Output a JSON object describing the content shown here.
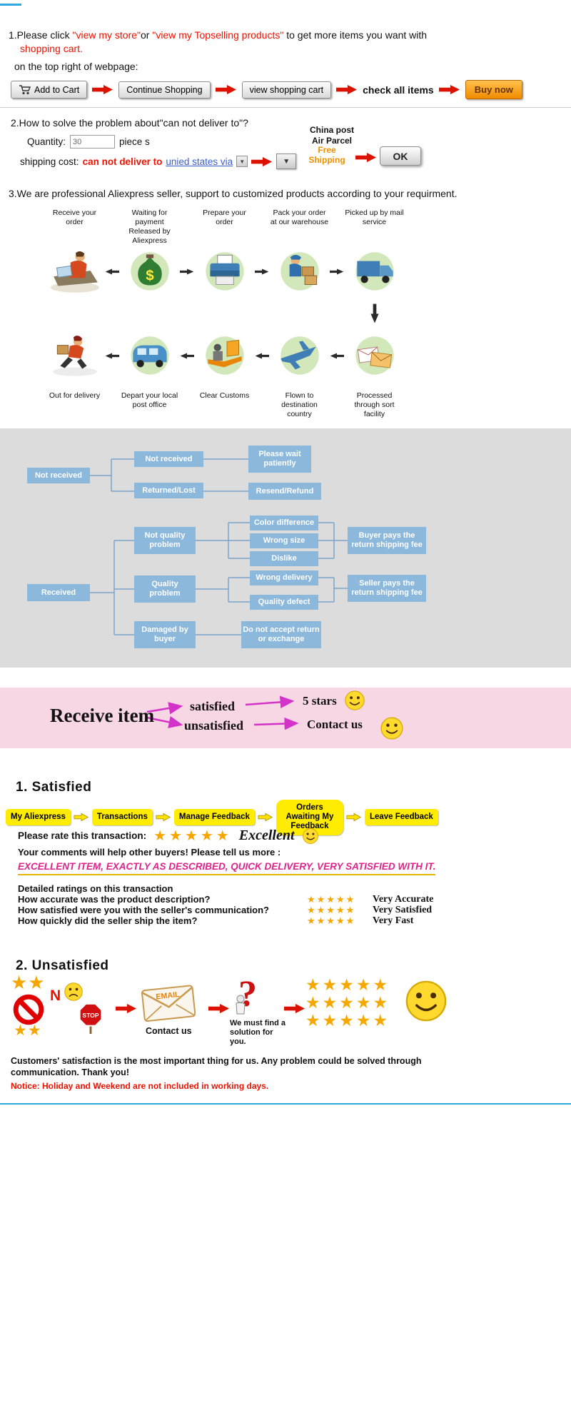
{
  "section1": {
    "l1a": "1.Please click ",
    "l1b": "\"view my store\"",
    "l1c": "or ",
    "l1d": "\"view my Topselling products\"",
    "l1e": " to get more items you want with",
    "l2": "shopping cart.",
    "l3": "on the top right of webpage:",
    "buttons": {
      "add_to_cart": "Add to Cart",
      "continue_shopping": "Continue Shopping",
      "view_cart": "view shopping cart",
      "check_all": "check all items",
      "buy_now": "Buy now"
    }
  },
  "section2": {
    "heading": "2.How to solve the problem about\"can not deliver to\"?",
    "quantity_label": "Quantity:",
    "quantity_value": "30",
    "quantity_suffix": "piece s",
    "shipping_label": "shipping cost:",
    "shipping_problem": "can not deliver to",
    "shipping_link": "unied states via",
    "china_post": "China post",
    "air_parcel": "Air Parcel",
    "free_line1": "Free",
    "free_line2": "Shipping",
    "ok_button": "OK",
    "dropdown_glyph": "▼"
  },
  "section3": {
    "text": "3.We are professional Aliexpress seller, support to customized products according to your requirment."
  },
  "process": {
    "top": [
      "Receive your order",
      "Waiting for payment Released by Aliexpress",
      "Prepare your order",
      "Pack your order at our warehouse",
      "Picked up by mail service"
    ],
    "bottom": [
      "Out for delivery",
      "Depart your local post office",
      "Clear Customs",
      "Flown to destination country",
      "Processed through sort facility"
    ]
  },
  "flow": {
    "not_received": "Not received",
    "nr_child1": "Not received",
    "nr_r1": "Please wait patiently",
    "nr_child2": "Returned/Lost",
    "nr_r2": "Resend/Refund",
    "received": "Received",
    "nq": "Not quality problem",
    "nq1": "Color difference",
    "nq2": "Wrong size",
    "nq3": "Dislike",
    "nq_result": "Buyer pays the return shipping fee",
    "q": "Quality problem",
    "q1": "Wrong delivery",
    "q2": "Quality defect",
    "q_result": "Seller pays the return shipping fee",
    "damaged": "Damaged by buyer",
    "d_result": "Do not accept return or exchange"
  },
  "banner": {
    "title": "Receive item",
    "satisfied": "satisfied",
    "unsatisfied": "unsatisfied",
    "five_stars": "5 stars",
    "contact_us": "Contact us"
  },
  "satisfied": {
    "heading": "1. Satisfied",
    "nav": [
      "My Aliexpress",
      "Transactions",
      "Manage Feedback",
      "Orders Awaiting My Feedback",
      "Leave Feedback"
    ],
    "rate_label": "Please rate this transaction:",
    "stars": "★★★★★",
    "excellent": "Excellent",
    "comments": "Your comments will help other buyers! Please tell us more :",
    "example": "EXCELLENT ITEM, EXACTLY AS DESCRIBED, QUICK DELIVERY, VERY SATISFIED WITH IT.",
    "detail_title": "Detailed ratings on this transaction",
    "ratings": [
      {
        "q": "How accurate was the product description?",
        "stars": "★★★★★",
        "a": "Very Accurate"
      },
      {
        "q": "How satisfied were you with the seller's communication?",
        "stars": "★★★★★",
        "a": "Very Satisfied"
      },
      {
        "q": "How quickly did the seller ship the item?",
        "stars": "★★★★★",
        "a": "Very Fast"
      }
    ]
  },
  "unsatisfied": {
    "heading": "2. Unsatisfied",
    "n_label": "N",
    "stop_label": "STOP",
    "email_label": "EMAIL",
    "contact_us": "Contact us",
    "solution": "We must find a solution for you.",
    "star_pair": "★★",
    "stars_row": "★★★★★"
  },
  "footer": {
    "line1": "Customers' satisfaction is the most important thing for us. Any problem could be solved through communication. Thank you!",
    "notice": "Notice: Holiday and Weekend are not included in working days."
  },
  "colors": {
    "accent_red": "#ee1100",
    "flow_box_blue": "#8cb8dc",
    "banner_pink": "#f8d7e4",
    "magenta": "#d433c9",
    "star_orange": "#f7a600",
    "nav_yellow": "#ffec00",
    "line_blue": "#2fa8e0"
  }
}
